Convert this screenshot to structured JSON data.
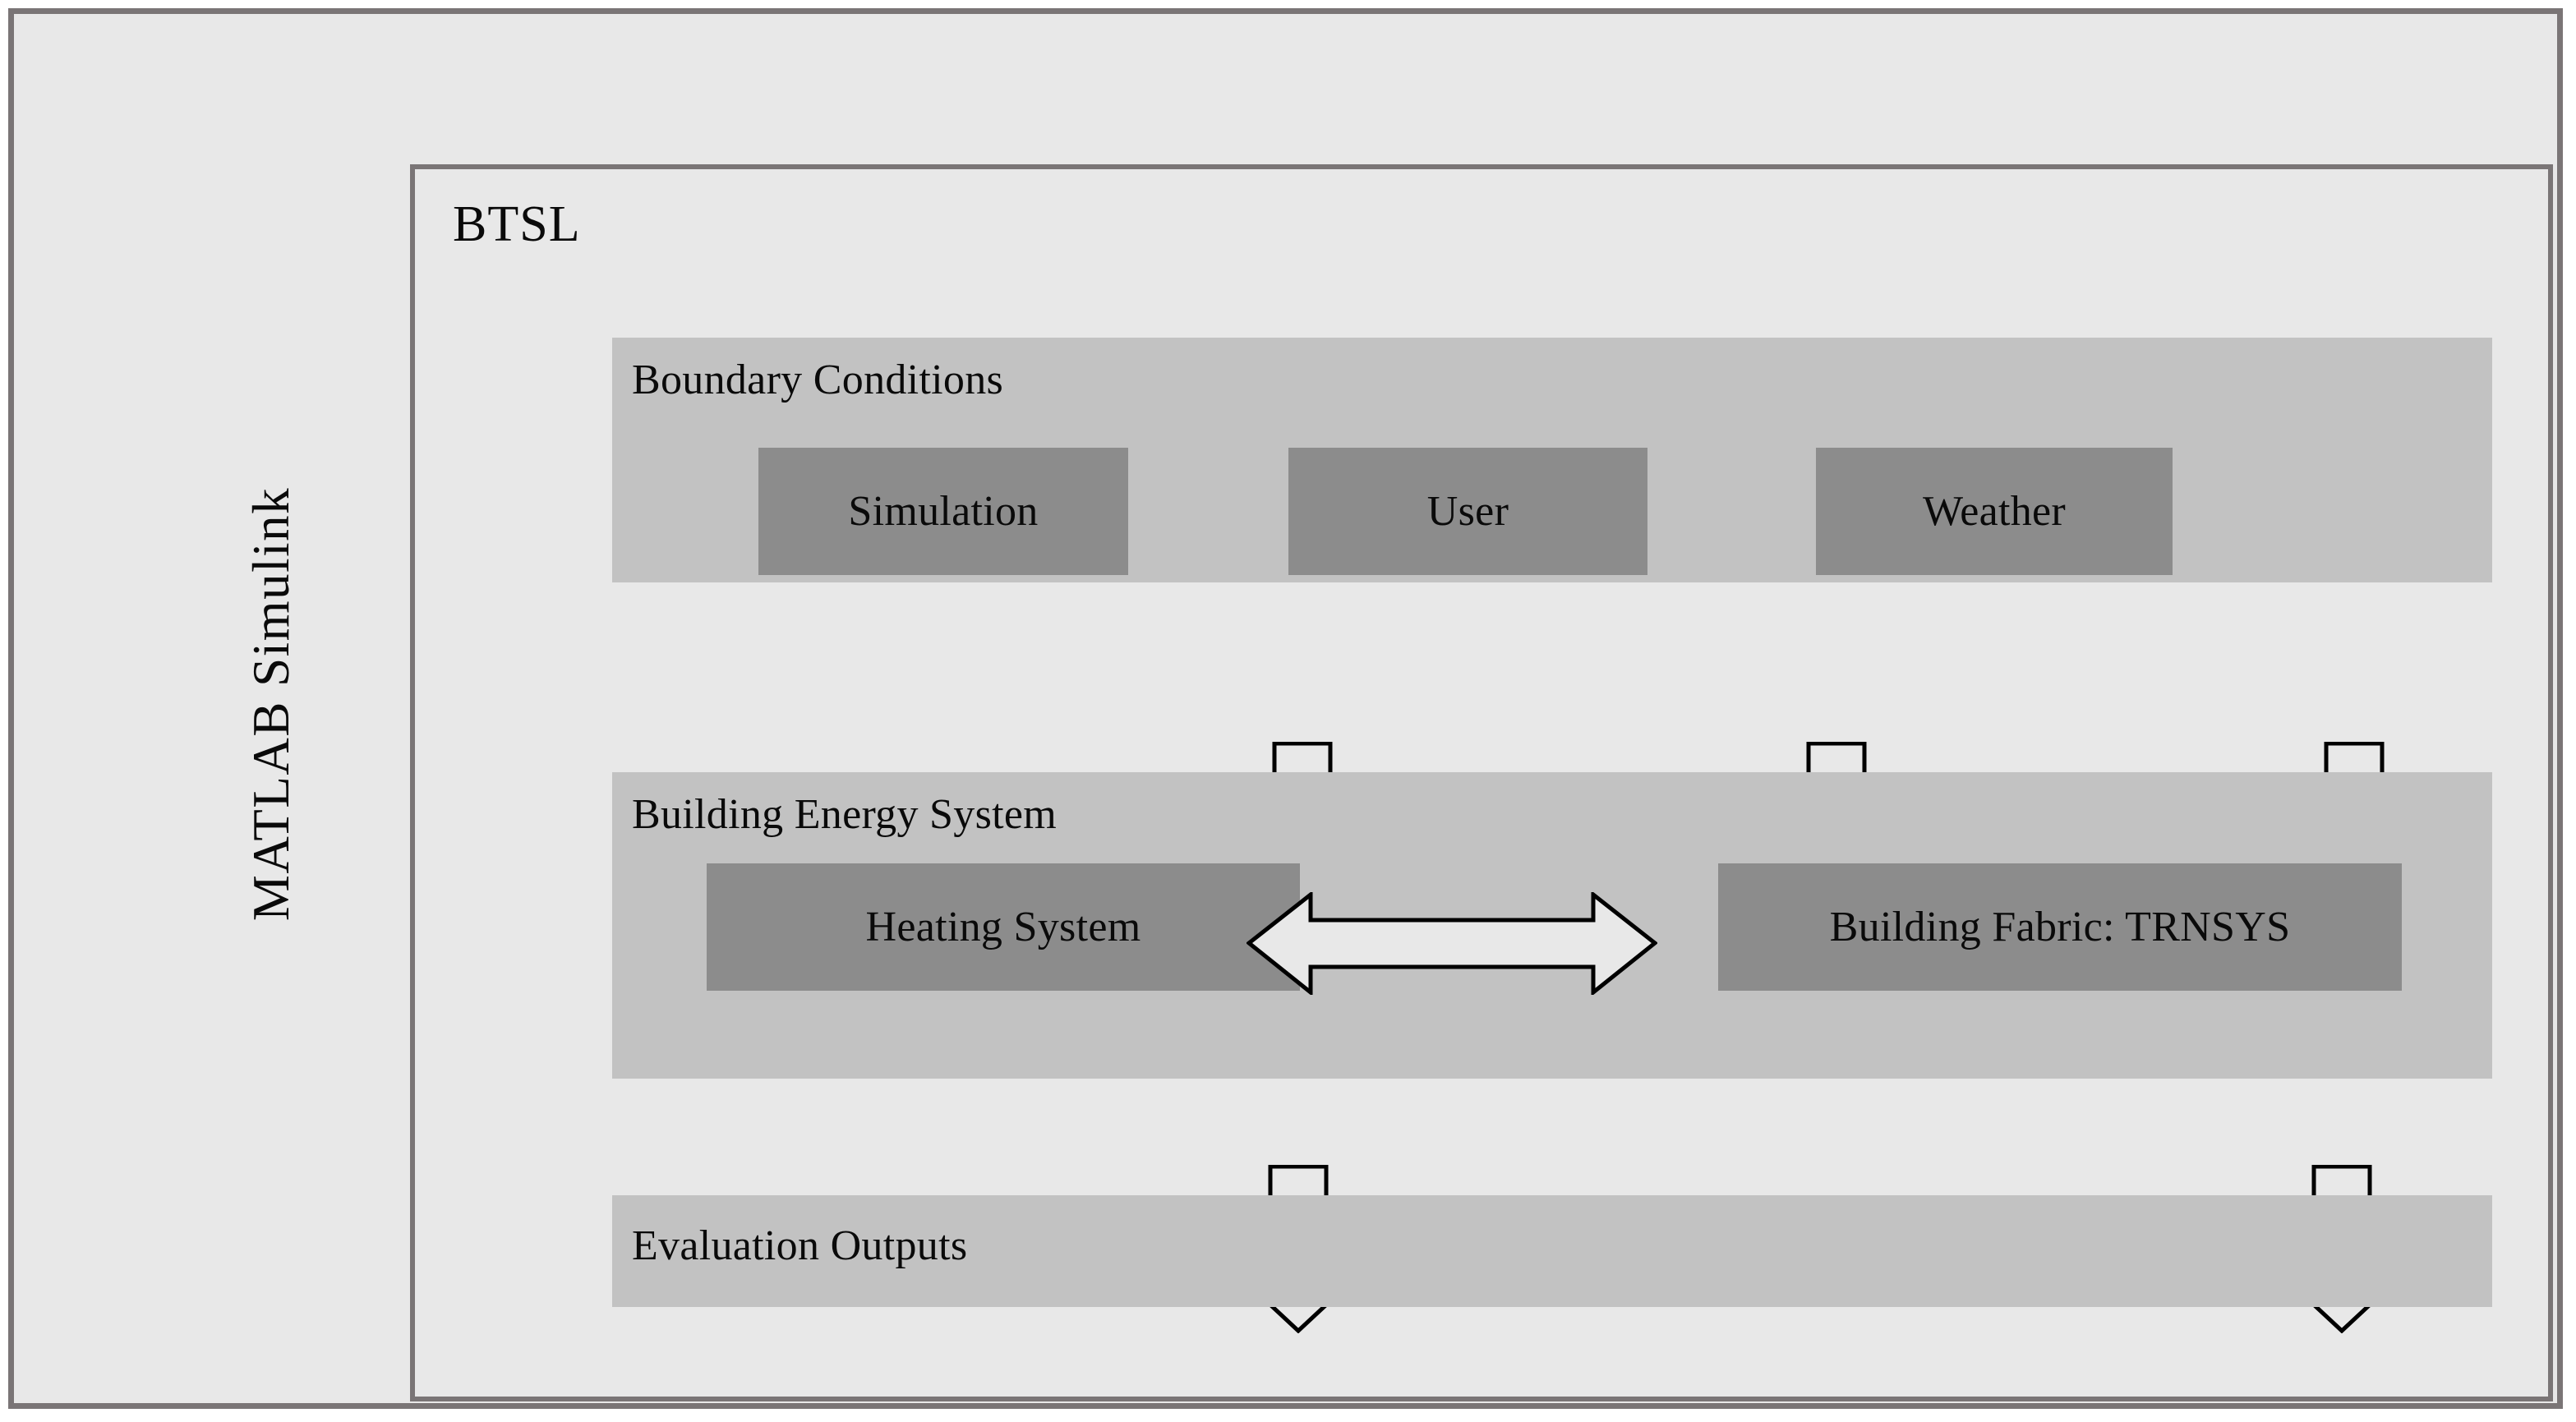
{
  "diagram": {
    "outer_container_label": "MATLAB Simulink",
    "inner_container_label": "BTSL",
    "colors": {
      "page_background": "#ffffff",
      "frame_background": "#e8e8e8",
      "frame_border": "#7a7576",
      "band_fill": "#c2c2c2",
      "box_fill": "#8c8c8c",
      "arrow_fill": "#e8e8e8",
      "arrow_stroke": "#000000",
      "text": "#0a0a0a"
    },
    "bands": [
      {
        "id": "boundary-conditions",
        "label": "Boundary Conditions",
        "boxes": [
          {
            "id": "simulation",
            "label": "Simulation"
          },
          {
            "id": "user",
            "label": "User"
          },
          {
            "id": "weather",
            "label": "Weather"
          }
        ]
      },
      {
        "id": "building-energy-system",
        "label": "Building Energy System",
        "boxes": [
          {
            "id": "heating-system",
            "label": "Heating System"
          },
          {
            "id": "building-fabric",
            "label": "Building Fabric: TRNSYS"
          }
        ]
      },
      {
        "id": "evaluation-outputs",
        "label": "Evaluation Outputs",
        "boxes": []
      }
    ],
    "arrows": [
      {
        "id": "simulation-to-bes",
        "icon": "arrow-down-icon",
        "direction": "down",
        "from": "Simulation",
        "to": "Building Energy System"
      },
      {
        "id": "user-to-bes",
        "icon": "arrow-down-icon",
        "direction": "down",
        "from": "User",
        "to": "Building Energy System"
      },
      {
        "id": "weather-to-bes",
        "icon": "arrow-down-icon",
        "direction": "down",
        "from": "Weather",
        "to": "Building Energy System"
      },
      {
        "id": "heating-to-evaluation",
        "icon": "arrow-down-icon",
        "direction": "down",
        "from": "Heating System",
        "to": "Evaluation Outputs"
      },
      {
        "id": "fabric-to-evaluation",
        "icon": "arrow-down-icon",
        "direction": "down",
        "from": "Building Fabric: TRNSYS",
        "to": "Evaluation Outputs"
      },
      {
        "id": "heating-fabric-exchange",
        "icon": "arrow-left-right-icon",
        "direction": "bidirectional",
        "from": "Heating System",
        "to": "Building Fabric: TRNSYS"
      }
    ]
  }
}
